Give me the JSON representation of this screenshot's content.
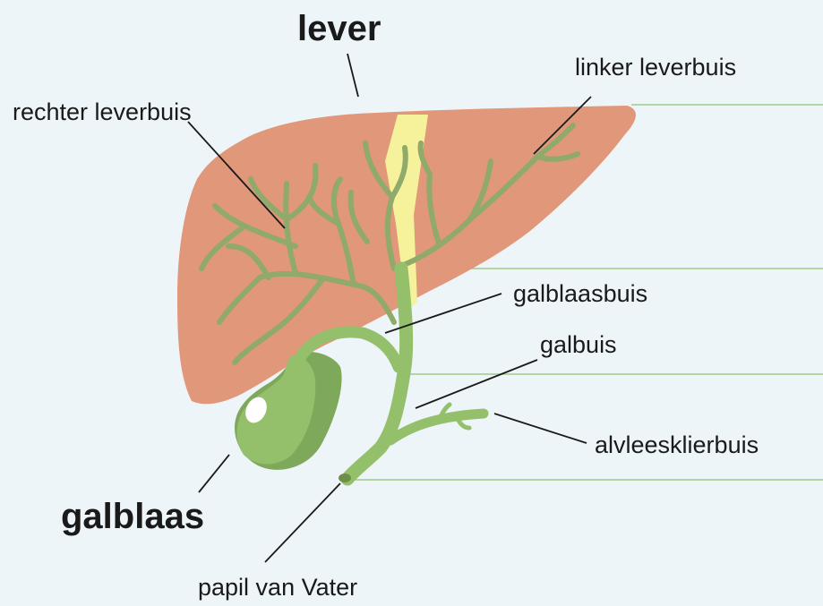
{
  "colors": {
    "background": "#eef5f9",
    "liver": "#e0977a",
    "ducts": "#8faa6a",
    "divider": "#f6f29c",
    "gallbladder": "#94c06c",
    "guide_lines": "#8ec274"
  },
  "labels": {
    "lever": "lever",
    "galblaas": "galblaas",
    "rechter_leverbuis": "rechter leverbuis",
    "linker_leverbuis": "linker leverbuis",
    "galblaasbuis": "galblaasbuis",
    "galbuis": "galbuis",
    "alvleesklierbuis": "alvleesklierbuis",
    "papil_van_vater": "papil van Vater"
  }
}
